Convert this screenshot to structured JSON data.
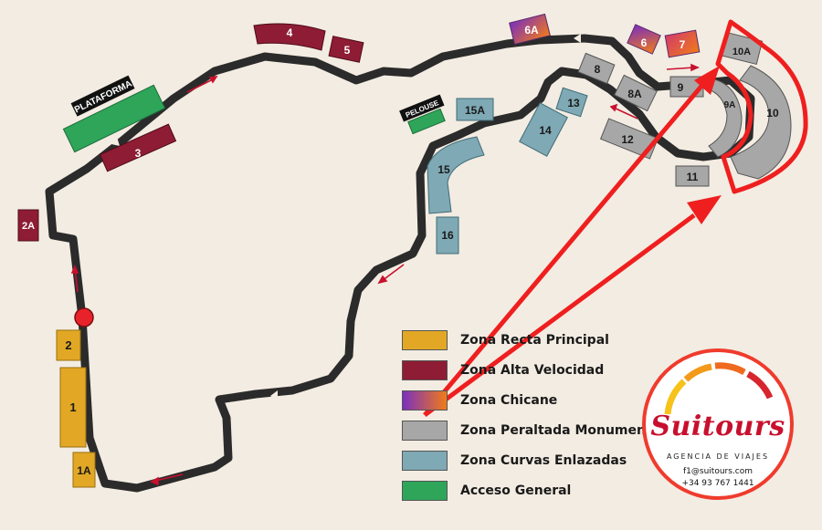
{
  "colors": {
    "background": "#f3ece2",
    "track": "#2b2b2b",
    "recta_principal": "#e2a825",
    "alta_velocidad": "#8e1c34",
    "chicane_from": "#7b2fbf",
    "chicane_to": "#f07b19",
    "peraltada": "#a7a7a7",
    "curvas_enlazadas": "#7fa9b4",
    "acceso_general": "#2ea559",
    "highlight": "#ef1f1f"
  },
  "zones": {
    "z1": "1",
    "z1a": "1A",
    "z2": "2",
    "z2a": "2A",
    "z3": "3",
    "z4": "4",
    "z5": "5",
    "z6": "6",
    "z6a": "6A",
    "z7": "7",
    "z8": "8",
    "z8a": "8A",
    "z9": "9",
    "z9a": "9A",
    "z10": "10",
    "z10a": "10A",
    "z11": "11",
    "z12": "12",
    "z13": "13",
    "z14": "14",
    "z15": "15",
    "z15a": "15A",
    "z16": "16",
    "plataforma": "PLATAFORMA",
    "pelouse": "PELOUSE"
  },
  "legend": [
    {
      "label": "Zona Recta Principal",
      "color": "#e2a825"
    },
    {
      "label": "Zona Alta Velocidad",
      "color": "#8e1c34"
    },
    {
      "label": "Zona Chicane",
      "color": "chicane-gradient"
    },
    {
      "label": "Zona Peraltada Monumental",
      "color": "#a7a7a7"
    },
    {
      "label": "Zona Curvas Enlazadas",
      "color": "#7fa9b4"
    },
    {
      "label": "Acceso General",
      "color": "#2ea559"
    }
  ],
  "logo": {
    "brand": "Suitours",
    "tagline": "AGENCIA DE VIAJES",
    "email": "f1@suitours.com",
    "phone": "+34 93 767 1441"
  }
}
